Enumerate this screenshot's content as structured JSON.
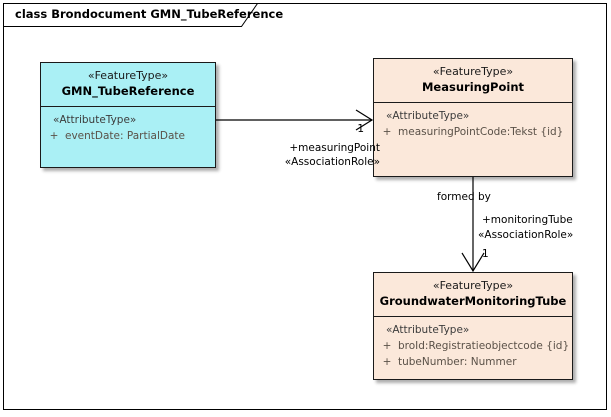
{
  "diagram": {
    "frame_title": "class Brondocument GMN_TubeReference",
    "colors": {
      "cyan_fill": "#aaf0f5",
      "peach_fill": "#fbe8da",
      "border": "#1a1a1a",
      "attribute_text": "#5a5148"
    }
  },
  "classes": {
    "gmn_tubereference": {
      "stereotype": "«FeatureType»",
      "name": "GMN_TubeReference",
      "attribute_stereotype": "«AttributeType»",
      "attributes": [
        {
          "visibility": "+",
          "text": "eventDate: PartialDate"
        }
      ]
    },
    "measuringpoint": {
      "stereotype": "«FeatureType»",
      "name": "MeasuringPoint",
      "attribute_stereotype": "«AttributeType»",
      "attributes": [
        {
          "visibility": "+",
          "text": "measuringPointCode:Tekst {id}"
        }
      ]
    },
    "groundwatermonitoringtube": {
      "stereotype": "«FeatureType»",
      "name": "GroundwaterMonitoringTube",
      "attribute_stereotype": "«AttributeType»",
      "attributes": [
        {
          "visibility": "+",
          "text": "broId:Registratieobjectcode {id}"
        },
        {
          "visibility": "+",
          "text": "tubeNumber: Nummer"
        }
      ]
    }
  },
  "associations": {
    "tubereference_to_measuringpoint": {
      "role": "+measuringPoint",
      "stereotype": "«AssociationRole»",
      "multiplicity": "1"
    },
    "measuringpoint_to_monitoringtube": {
      "name": "formed by",
      "role": "+monitoringTube",
      "stereotype": "«AssociationRole»",
      "multiplicity": "1"
    }
  }
}
